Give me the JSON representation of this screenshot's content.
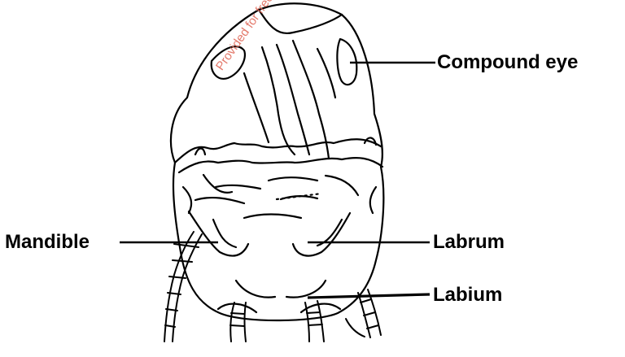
{
  "labels": {
    "compound_eye": "Compound eye",
    "mandible": "Mandible",
    "labrum": "Labrum",
    "labium": "Labium"
  },
  "watermark": "Provided for free by www",
  "colors": {
    "ink": "#000000",
    "watermark": "#e06a5a",
    "ghost": "#c9c9c9"
  }
}
